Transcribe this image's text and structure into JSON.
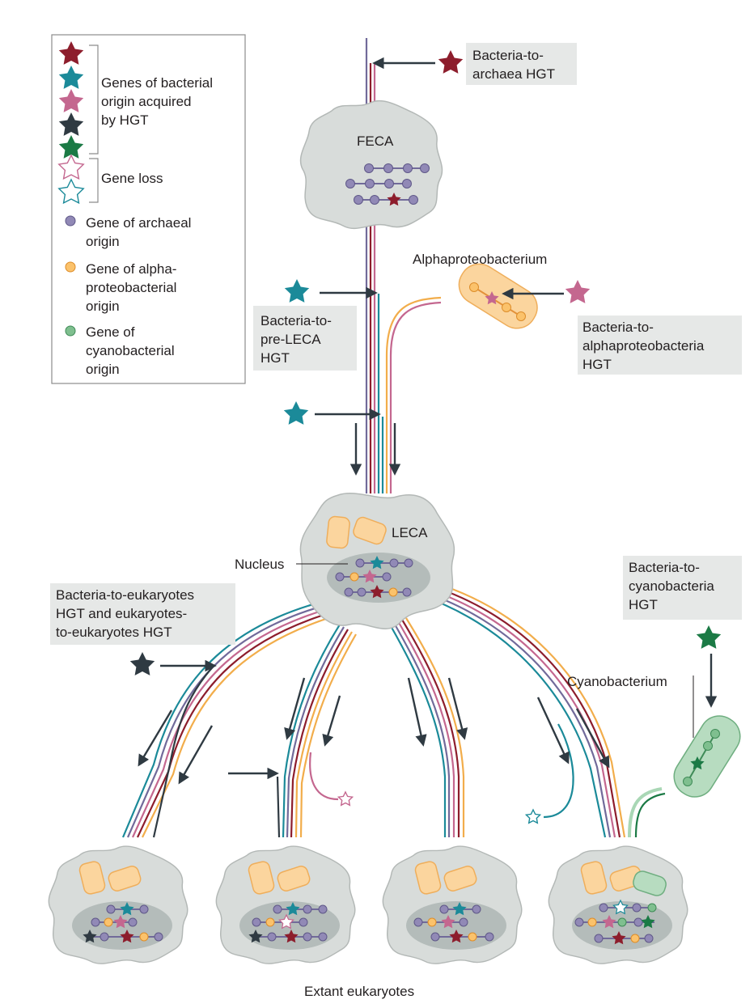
{
  "colors": {
    "red": "#8d1d2c",
    "teal": "#1b8a99",
    "pink": "#c4678f",
    "dark": "#2f3a42",
    "green": "#1b7a45",
    "purple": "#716a9a",
    "orange": "#f2ad4b",
    "green_gene": "#4e9b68",
    "cell_fill": "#d8dcda",
    "label_box": "#e6e8e7"
  },
  "legend": {
    "hgt_label": "Genes of bacterial origin acquired by HGT",
    "gene_loss_label": "Gene loss",
    "archaeal_label": "Gene of archaeal origin",
    "alpha_label": "Gene of alpha-proteobacterial origin",
    "cyano_label": "Gene of cyanobacterial origin"
  },
  "labels": {
    "feca": "FECA",
    "leca": "LECA",
    "nucleus": "Nucleus",
    "alphaproteobacterium": "Alphaproteobacterium",
    "cyanobacterium": "Cyanobacterium",
    "extant": "Extant eukaryotes",
    "bacteria_to_archaea": "Bacteria-to- archaea HGT",
    "bacteria_to_preleca": "Bacteria-to- pre-LECA HGT",
    "bacteria_to_alpha": "Bacteria-to- alphaproteobacteria HGT",
    "bacteria_to_eukaryotes": "Bacteria-to-eukaryotes HGT and eukaryotes- to-eukaryotes HGT",
    "bacteria_to_cyano": "Bacteria-to- cyanobacteria HGT"
  }
}
